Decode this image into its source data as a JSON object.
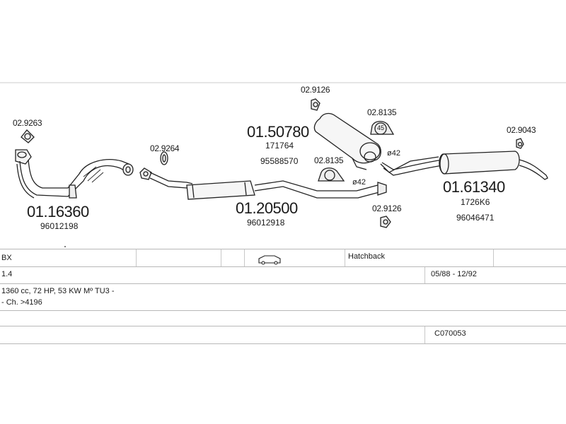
{
  "parts": {
    "clamp_a": "02.9263",
    "clamp_b": "02.9264",
    "clamp_c": "02.9126",
    "clamp_d": "02.8135",
    "clamp_e": "02.8135",
    "clamp_f": "02.9126",
    "clamp_g": "02.9043",
    "front_pipe": {
      "code": "01.16360",
      "oe": "96012198"
    },
    "middle_pipe": {
      "code": "01.20500",
      "oe": "96012918"
    },
    "center_box": {
      "code": "01.50780",
      "ref1": "171764",
      "ref2": "95588570"
    },
    "rear_box": {
      "code": "01.61340",
      "ref1": "1726K6",
      "ref2": "96046471"
    },
    "diameter_1": "ø42",
    "diameter_2": "ø42",
    "seal_size": "45"
  },
  "table": {
    "model": "BX",
    "body_type": "Hatchback",
    "engine": "1.4",
    "years": "05/88 - 12/92",
    "spec": "1360 cc, 72 HP, 53 KW Mº TU3 -",
    "chassis": "- Ch. >4196",
    "set_code": "C070053"
  },
  "colors": {
    "line": "#222222",
    "grid": "#b8b8b8"
  }
}
